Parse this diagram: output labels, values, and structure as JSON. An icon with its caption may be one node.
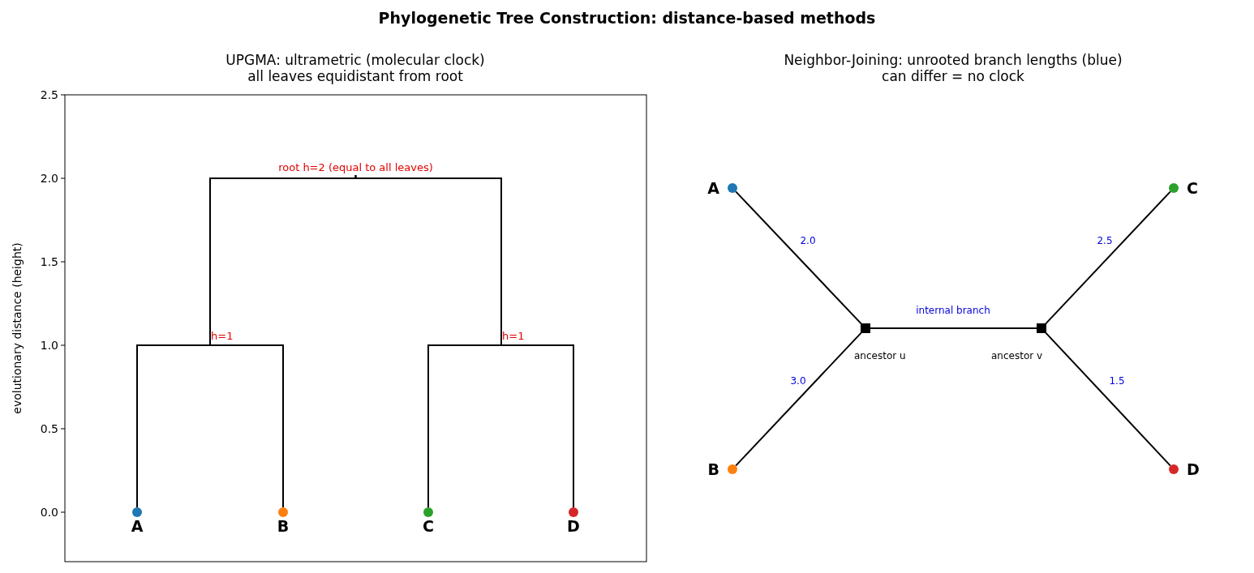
{
  "diagram": {
    "title": "Phylogenetic Tree Construction: distance-based methods",
    "nodes": [
      {
        "text": [
          "A"
        ]
      },
      {
        "text": [
          "B"
        ]
      },
      {
        "text": [
          "C"
        ]
      },
      {
        "text": [
          "D"
        ]
      },
      {
        "text": [
          "h=1"
        ]
      },
      {
        "text": [
          "h=1"
        ]
      },
      {
        "text": [
          "root h=2 (equal to all leaves)"
        ]
      },
      {
        "text": [
          "A"
        ]
      },
      {
        "text": [
          "B"
        ]
      },
      {
        "text": [
          "C"
        ]
      },
      {
        "text": [
          "D"
        ]
      },
      {
        "text": [
          "ancestor u"
        ]
      },
      {
        "text": [
          "ancestor v"
        ]
      }
    ],
    "edges": [
      {
        "from": 6,
        "to": 4,
        "arrow": "none"
      },
      {
        "from": 6,
        "to": 5,
        "arrow": "none"
      },
      {
        "from": 4,
        "to": 0,
        "arrow": "none"
      },
      {
        "from": 4,
        "to": 1,
        "arrow": "none"
      },
      {
        "from": 5,
        "to": 2,
        "arrow": "none"
      },
      {
        "from": 5,
        "to": 3,
        "arrow": "none"
      },
      {
        "from": 11,
        "to": 7,
        "arrow": "none",
        "label": "2.0"
      },
      {
        "from": 11,
        "to": 8,
        "arrow": "none",
        "label": "3.0"
      },
      {
        "from": 11,
        "to": 12,
        "arrow": "none",
        "label": "internal branch"
      },
      {
        "from": 12,
        "to": 9,
        "arrow": "none",
        "label": "2.5"
      },
      {
        "from": 12,
        "to": 10,
        "arrow": "none",
        "label": "1.5"
      }
    ],
    "labels": [
      "UPGMA: ultrametric (molecular clock) all leaves equidistant from root",
      "evolutionary distance (height)",
      "2.5",
      "2.0",
      "1.5",
      "1.0",
      "0.5",
      "0.0",
      "Neighbor-Joining: unrooted branch lengths (blue) can differ = no clock"
    ]
  }
}
